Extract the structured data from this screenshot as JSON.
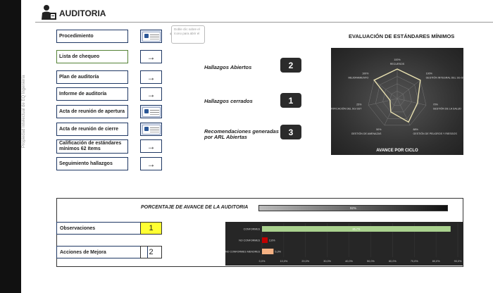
{
  "sidebar": {
    "vertical_text": "Propiedad Intelectual de EQ Ingeniería"
  },
  "header": {
    "title": "AUDITORIA"
  },
  "menu": [
    {
      "label": "Procedimiento",
      "action": "doc"
    },
    {
      "label": "Lista de chequeo",
      "action": "arrow"
    },
    {
      "label": "Plan de auditoría",
      "action": "arrow"
    },
    {
      "label": "Informe de auditoría",
      "action": "arrow"
    },
    {
      "label": "Acta de reunión de apertura",
      "action": "doc"
    },
    {
      "label": "Acta de reunión de cierre",
      "action": "doc"
    },
    {
      "label": "Calificación de estándares mínimos 62 ítems",
      "action": "arrow"
    },
    {
      "label": "Seguimiento hallazgos",
      "action": "arrow"
    }
  ],
  "icons": {
    "arrow": "→",
    "doc_icon": "document-icon",
    "logo": "auditor-icon"
  },
  "note": {
    "text": "Doble clic sobre el ícono para abrir el"
  },
  "hallazgos": [
    {
      "label": "Hallazgos Abiertos",
      "count": "2"
    },
    {
      "label": "Hallazgos cerrados",
      "count": "1"
    },
    {
      "label": "Recomendaciones generadas por ARL Abiertas",
      "count": "3"
    }
  ],
  "radar": {
    "title": "EVALUACIÓN DE ESTÁNDARES MÍNIMOS",
    "footer": "AVANCE POR CICLO",
    "axes": [
      {
        "name": "RECURSOS",
        "value": 100,
        "label": "100%"
      },
      {
        "name": "GESTIÓN INTEGRAL DEL SG-SST",
        "value": 100,
        "label": "100%"
      },
      {
        "name": "GESTIÓN DE LA SALUD",
        "value": 70,
        "label": "70%"
      },
      {
        "name": "GESTIÓN DE PELIGROS Y RIESGOS",
        "value": 88,
        "label": "88%"
      },
      {
        "name": "GESTIÓN DE AMENAZAS",
        "value": 50,
        "label": "50%"
      },
      {
        "name": "VERIFICACIÓN DEL SG-SST",
        "value": 25,
        "label": "25%"
      },
      {
        "name": "MEJORAMIENTO",
        "value": 100,
        "label": "100%"
      }
    ]
  },
  "avance": {
    "title": "PORCENTAJE DE AVANCE DE LA AUDITORIA",
    "value": 92,
    "label": "92%"
  },
  "counters": [
    {
      "label": "Observaciones",
      "value": "1",
      "highlight": true
    },
    {
      "label": "Acciones de Mejora",
      "value": "2",
      "highlight": false
    }
  ],
  "chart_data": {
    "type": "bar",
    "orientation": "horizontal",
    "categories": [
      "CONFORMES",
      "NO CONFORMES",
      "NO CONFORMES MENORES"
    ],
    "values": [
      86.7,
      2.6,
      5.3
    ],
    "value_labels": [
      "86,7%",
      "2,6%",
      "5,3%"
    ],
    "colors": [
      "#a9d18e",
      "#c00000",
      "#f4b183"
    ],
    "xlim": [
      0,
      90
    ],
    "xticks": [
      "0,0%",
      "10,0%",
      "20,0%",
      "30,0%",
      "40,0%",
      "50,0%",
      "60,0%",
      "70,0%",
      "80,0%",
      "90,0%"
    ]
  }
}
